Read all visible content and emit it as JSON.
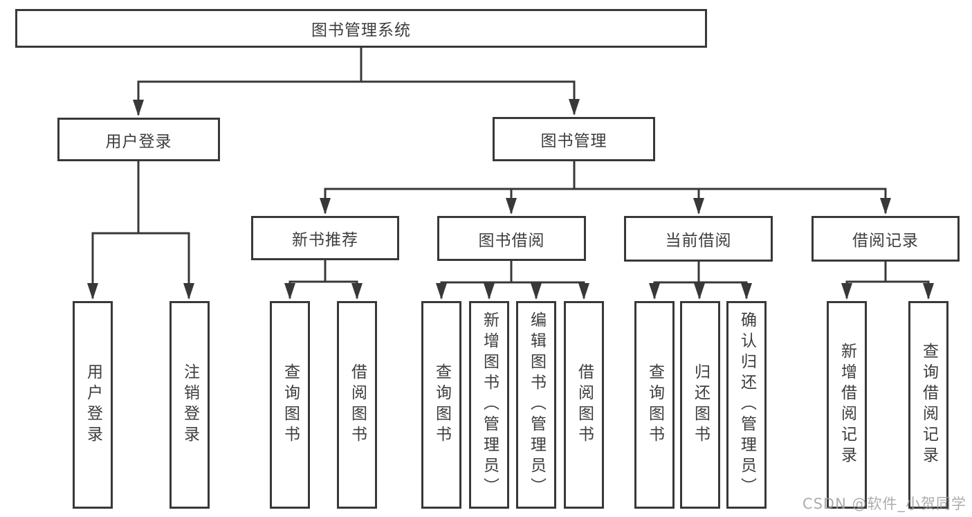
{
  "tree": {
    "root": "图书管理系统",
    "branches": [
      {
        "label": "用户登录",
        "children": [
          {
            "label": "用户登录"
          },
          {
            "label": "注销登录"
          }
        ]
      },
      {
        "label": "图书管理",
        "children": [
          {
            "label": "新书推荐",
            "children": [
              {
                "label": "查询图书"
              },
              {
                "label": "借阅图书"
              }
            ]
          },
          {
            "label": "图书借阅",
            "children": [
              {
                "label": "查询图书"
              },
              {
                "label": "新增图书（管理员）"
              },
              {
                "label": "编辑图书（管理员）"
              },
              {
                "label": "借阅图书"
              }
            ]
          },
          {
            "label": "当前借阅",
            "children": [
              {
                "label": "查询图书"
              },
              {
                "label": "归还图书"
              },
              {
                "label": "确认归还（管理员）"
              }
            ]
          },
          {
            "label": "借阅记录",
            "children": [
              {
                "label": "新增借阅记录"
              },
              {
                "label": "查询借阅记录"
              }
            ]
          }
        ]
      }
    ]
  },
  "colors": {
    "line": "#383838",
    "text": "#3d3d3d",
    "watermark": "#9e9e9e"
  },
  "watermark": "CSDN @软件_小贺同学"
}
